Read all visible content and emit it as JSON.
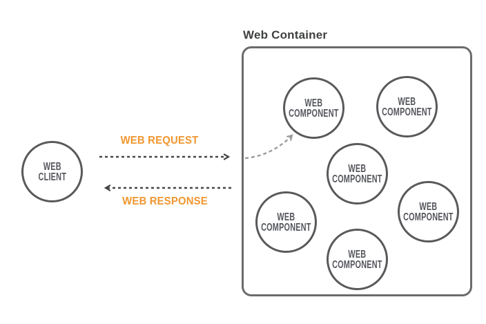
{
  "diagram": {
    "title": "Web Container",
    "client": {
      "label": "WEB\nCLIENT"
    },
    "request_label": "WEB REQUEST",
    "response_label": "WEB RESPONSE",
    "components": [
      {
        "label": "WEB\nCOMPONENT"
      },
      {
        "label": "WEB\nCOMPONENT"
      },
      {
        "label": "WEB\nCOMPONENT"
      },
      {
        "label": "WEB\nCOMPONENT"
      },
      {
        "label": "WEB\nCOMPONENT"
      },
      {
        "label": "WEB\nCOMPONENT"
      }
    ],
    "colors": {
      "accent_orange": "#F0962F",
      "node_stroke_gray": "#58595B",
      "container_stroke_gray": "#6B6B6B",
      "node_text_gray": "#54565C",
      "title_gray": "#3F4040",
      "arrow_dark_gray": "#454545",
      "arrow_light_gray": "#9B9B9B"
    }
  }
}
